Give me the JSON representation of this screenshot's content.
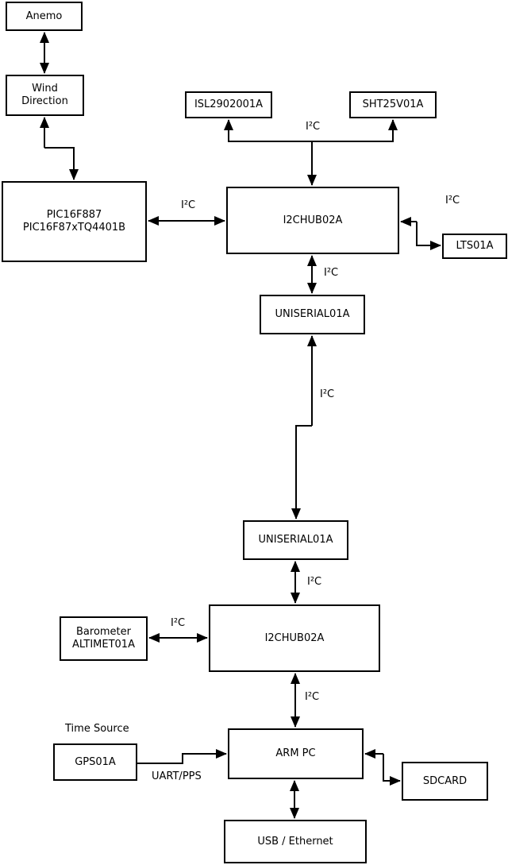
{
  "diagram": {
    "type": "block-diagram",
    "background_color": "#ffffff",
    "line_color": "#000000",
    "nodes": {
      "anemo": {
        "label": "Anemo"
      },
      "wind_direction": {
        "line1": "Wind",
        "line2": "Direction"
      },
      "pic": {
        "line1": "PIC16F887",
        "line2": "PIC16F87xTQ4401B"
      },
      "isl": {
        "label": "ISL2902001A"
      },
      "sht": {
        "label": "SHT25V01A"
      },
      "hub1": {
        "label": "I2CHUB02A"
      },
      "lts": {
        "label": "LTS01A"
      },
      "uniserial1": {
        "label": "UNISERIAL01A"
      },
      "uniserial2": {
        "label": "UNISERIAL01A"
      },
      "hub2": {
        "label": "I2CHUB02A"
      },
      "barometer": {
        "line1": "Barometer",
        "line2": "ALTIMET01A"
      },
      "gps": {
        "label": "GPS01A"
      },
      "arm_pc": {
        "label": "ARM PC"
      },
      "sdcard": {
        "label": "SDCARD"
      },
      "usb_ethernet": {
        "label": "USB / Ethernet"
      }
    },
    "edge_labels": {
      "sensors_top": "I²C",
      "pic_hub1": "I²C",
      "hub1_lts": "I²C",
      "hub1_uniserial1": "I²C",
      "uniserial_link": "I²C",
      "uniserial2_hub2": "I²C",
      "barometer_hub2": "I²C",
      "hub2_armpc": "I²C",
      "uart_pps": "UART/PPS",
      "time_source": "Time Source"
    },
    "edges": [
      {
        "from": "anemo",
        "to": "wind_direction",
        "bidirectional": true,
        "label": ""
      },
      {
        "from": "wind_direction",
        "to": "pic",
        "bidirectional": true,
        "label": ""
      },
      {
        "from": "pic",
        "to": "hub1",
        "bidirectional": true,
        "label": "I²C"
      },
      {
        "from": "hub1",
        "to": "isl",
        "bidirectional": true,
        "label": "I²C"
      },
      {
        "from": "hub1",
        "to": "sht",
        "bidirectional": true,
        "label": "I²C"
      },
      {
        "from": "hub1",
        "to": "lts",
        "bidirectional": true,
        "label": "I²C"
      },
      {
        "from": "hub1",
        "to": "uniserial1",
        "bidirectional": true,
        "label": "I²C"
      },
      {
        "from": "uniserial1",
        "to": "uniserial2",
        "bidirectional": true,
        "label": "I²C"
      },
      {
        "from": "uniserial2",
        "to": "hub2",
        "bidirectional": true,
        "label": "I²C"
      },
      {
        "from": "barometer",
        "to": "hub2",
        "bidirectional": true,
        "label": "I²C"
      },
      {
        "from": "hub2",
        "to": "arm_pc",
        "bidirectional": true,
        "label": "I²C"
      },
      {
        "from": "gps",
        "to": "arm_pc",
        "bidirectional": false,
        "label": "UART/PPS"
      },
      {
        "from": "arm_pc",
        "to": "sdcard",
        "bidirectional": true,
        "label": ""
      },
      {
        "from": "arm_pc",
        "to": "usb_ethernet",
        "bidirectional": true,
        "label": ""
      }
    ]
  }
}
